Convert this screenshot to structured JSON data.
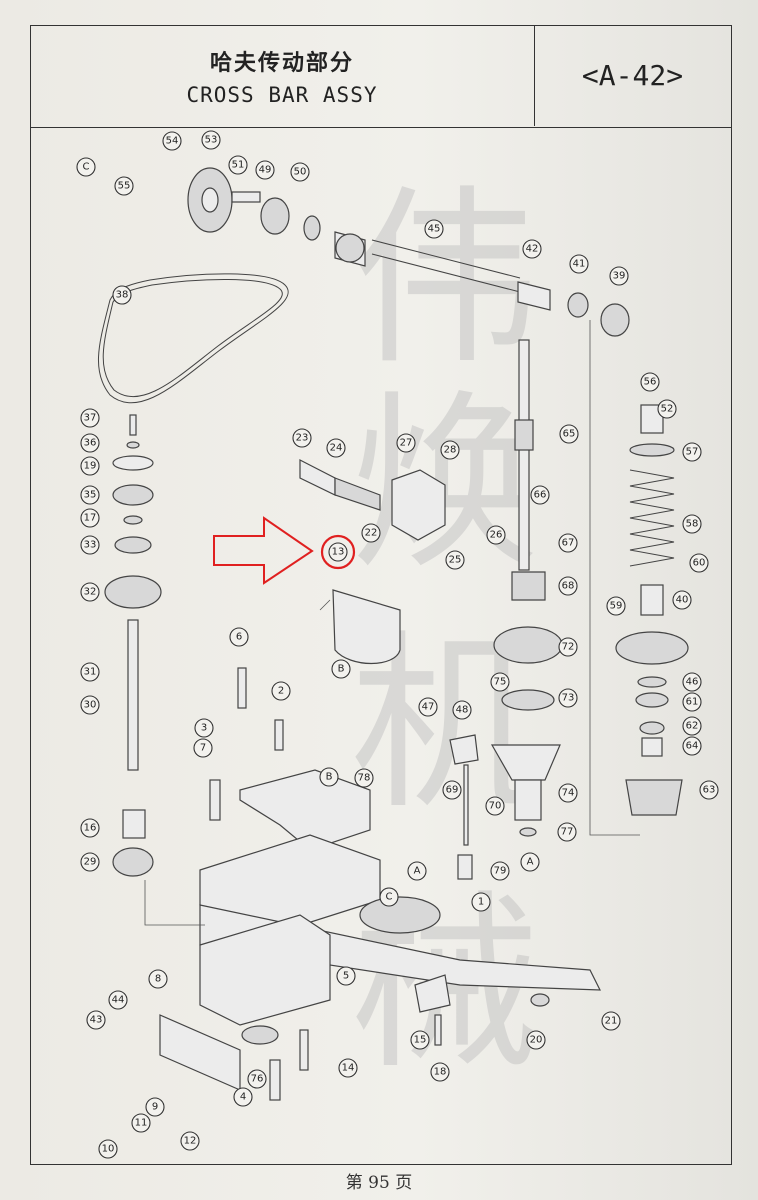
{
  "header": {
    "title_cn": "哈夫传动部分",
    "title_en": "CROSS BAR ASSY",
    "code": "<A-42>"
  },
  "footer": {
    "page": "第 95 页"
  },
  "watermark": [
    "伟",
    "焕",
    "机",
    "械"
  ],
  "highlight": {
    "label": "13",
    "color": "#e02020"
  },
  "callouts": [
    "1",
    "2",
    "3",
    "4",
    "5",
    "6",
    "7",
    "8",
    "9",
    "10",
    "11",
    "12",
    "13",
    "14",
    "15",
    "16",
    "17",
    "18",
    "19",
    "20",
    "21",
    "22",
    "23",
    "24",
    "25",
    "26",
    "27",
    "28",
    "29",
    "30",
    "31",
    "32",
    "33",
    "35",
    "36",
    "37",
    "38",
    "39",
    "40",
    "41",
    "42",
    "43",
    "44",
    "45",
    "46",
    "47",
    "48",
    "49",
    "50",
    "51",
    "52",
    "53",
    "54",
    "55",
    "56",
    "57",
    "58",
    "59",
    "60",
    "61",
    "62",
    "63",
    "64",
    "65",
    "66",
    "67",
    "68",
    "69",
    "70",
    "72",
    "73",
    "74",
    "75",
    "76",
    "77",
    "78",
    "79"
  ],
  "refs": [
    "A",
    "A",
    "B",
    "B",
    "C",
    "C"
  ]
}
